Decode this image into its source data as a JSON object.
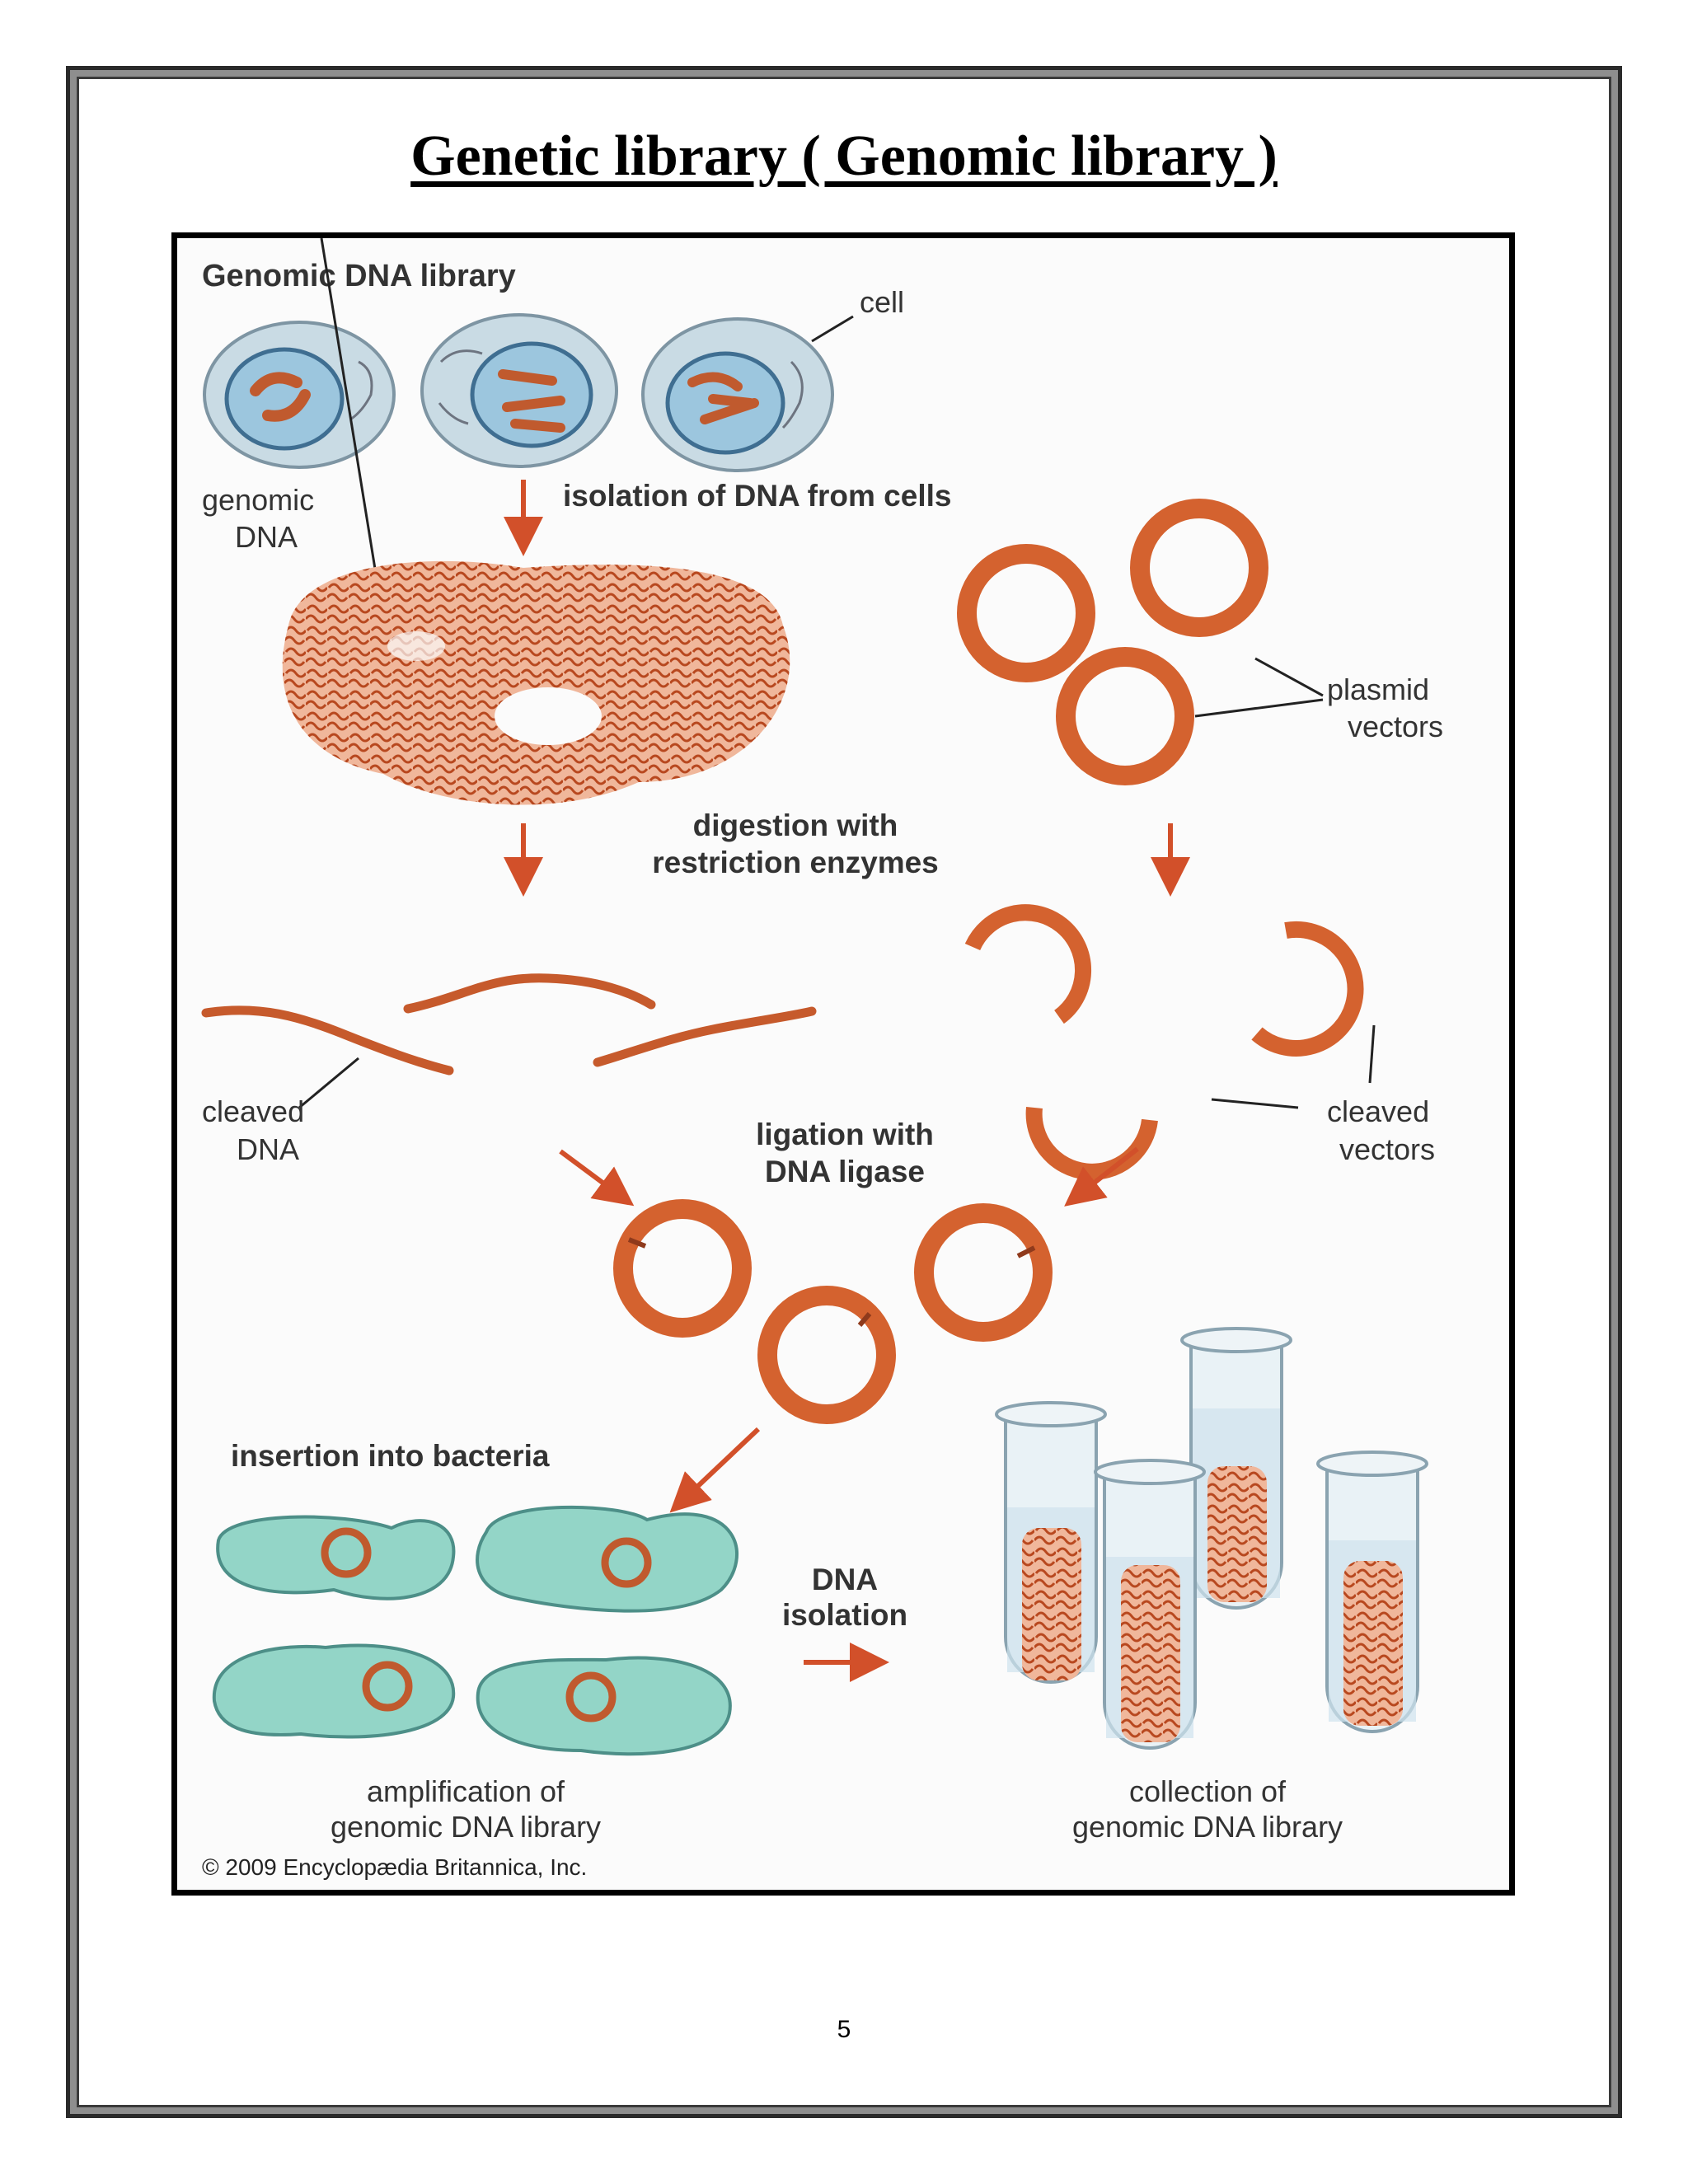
{
  "page": {
    "title": "Genetic library ( Genomic library )",
    "page_number": "5"
  },
  "figure": {
    "heading": "Genomic DNA library",
    "labels": {
      "cell": "cell",
      "genomic_dna": [
        "genomic",
        "DNA"
      ],
      "isolation_step": "isolation of DNA from cells",
      "plasmid_vectors": [
        "plasmid",
        "vectors"
      ],
      "digestion_step": [
        "digestion with",
        "restriction enzymes"
      ],
      "cleaved_dna": [
        "cleaved",
        "DNA"
      ],
      "cleaved_vectors": [
        "cleaved",
        "vectors"
      ],
      "ligation_step": [
        "ligation with",
        "DNA ligase"
      ],
      "insertion_step": "insertion into bacteria",
      "dna_isolation_step": [
        "DNA",
        "isolation"
      ],
      "amplification": [
        "amplification of",
        "genomic DNA library"
      ],
      "collection": [
        "collection of",
        "genomic DNA library"
      ]
    },
    "copyright": "© 2009 Encyclopædia Britannica, Inc.",
    "colors": {
      "dna": "#d4622f",
      "dna_dark": "#8f3a1c",
      "arrow": "#d2502a",
      "cell_fill": "#c9dbe4",
      "nucleus_fill": "#9cc6de",
      "bacteria_fill": "#93d5c7",
      "tube_liquid": "#cfe3ee"
    }
  }
}
